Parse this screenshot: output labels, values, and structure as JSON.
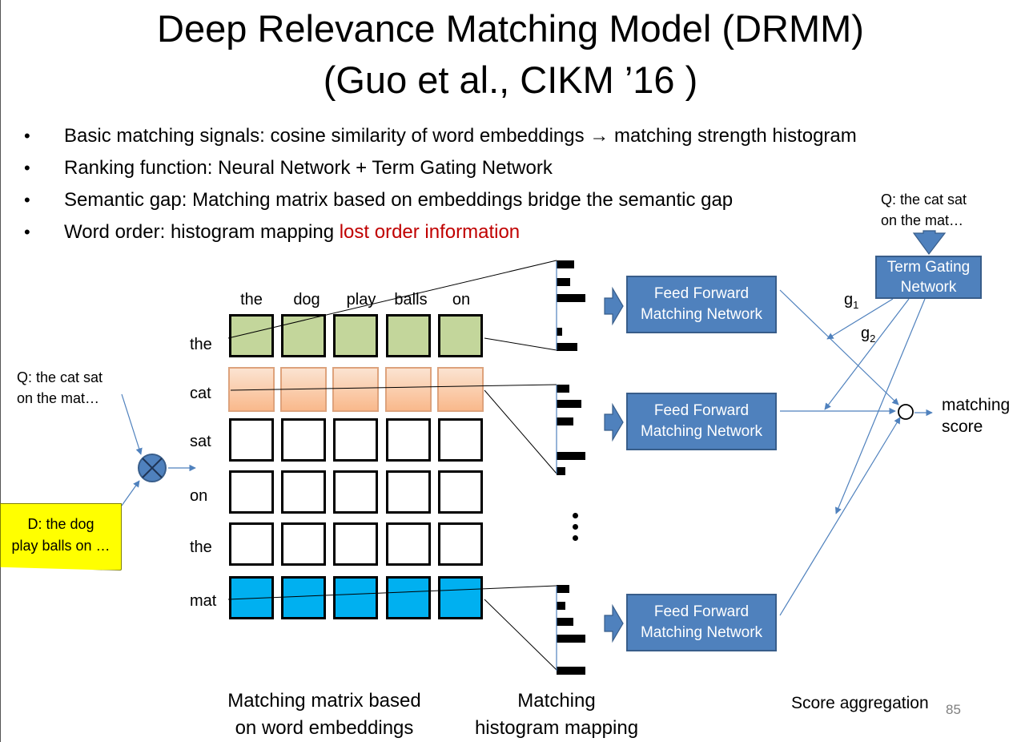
{
  "title": {
    "line1": "Deep Relevance Matching Model (DRMM)",
    "line2": "(Guo et al., CIKM ’16 )"
  },
  "bullets": [
    {
      "marker": "•",
      "text": "Basic matching signals: cosine similarity of word embeddings → matching strength histogram"
    },
    {
      "marker": "•",
      "text": "Ranking function: Neural Network + Term Gating Network"
    },
    {
      "marker": "•",
      "text": "Semantic gap: Matching matrix based on embeddings bridge the semantic gap"
    },
    {
      "marker": "•",
      "text": "Word order: histogram mapping ",
      "highlight": "lost order information"
    }
  ],
  "matrix": {
    "doc_words": [
      "the",
      "dog",
      "play",
      "balls",
      "on"
    ],
    "query_words": [
      "the",
      "cat",
      "sat",
      "on",
      "the",
      "mat"
    ],
    "row_fills": [
      "green",
      "orange",
      "white",
      "white",
      "white",
      "blue"
    ],
    "fill_colors": {
      "green": "#c3d69b",
      "orange": "#f9b98c",
      "blue": "#00b0f0",
      "white": "#ffffff"
    }
  },
  "inputs": {
    "query_left": [
      "Q: the cat sat",
      "on the mat…"
    ],
    "document": [
      "D: the dog",
      "play balls on …"
    ],
    "query_right": [
      "Q: the cat sat",
      "on the mat…"
    ],
    "operator_icon": "circle-x-icon"
  },
  "ffn_blocks": [
    [
      "Feed Forward",
      "Matching Network"
    ],
    [
      "Feed Forward",
      "Matching Network"
    ],
    [
      "Feed Forward",
      "Matching Network"
    ]
  ],
  "gating": {
    "label": [
      "Term Gating",
      "Network"
    ],
    "g1": "g",
    "g1_sub": "1",
    "g2": "g",
    "g2_sub": "2"
  },
  "output": {
    "label": [
      "matching",
      "score"
    ]
  },
  "ellipsis": "⋮",
  "captions": {
    "matrix": [
      "Matching matrix based",
      "on word embeddings"
    ],
    "histogram": [
      "Matching",
      "histogram mapping"
    ],
    "aggregation": "Score aggregation"
  },
  "page_number": "85",
  "colors": {
    "accent_red": "#c00000",
    "network_blue": "#4f81bd",
    "line_blue": "#4f81bd",
    "note_yellow": "#ffff00"
  }
}
